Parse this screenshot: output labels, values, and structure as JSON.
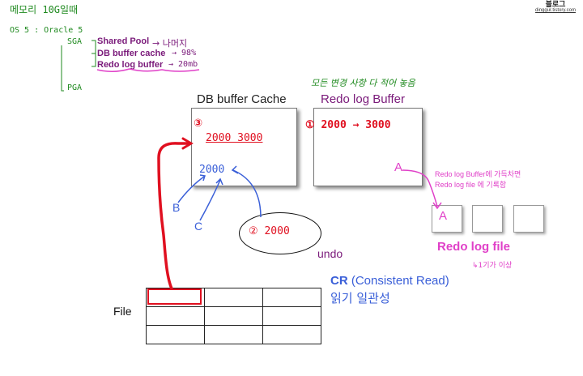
{
  "header": {
    "title": "메모리 10G일때",
    "logo_text": "블로그",
    "logo_subtext": "dinggur.tistory.com"
  },
  "memory": {
    "os_line": "OS 5  :  Oracle 5",
    "sga": "SGA",
    "pga": "PGA",
    "shared_pool": "Shared Pool",
    "shared_pool_value": "→ 나머지",
    "db_buffer_cache": "DB  buffer cache",
    "db_buffer_cache_value": "→ 98%",
    "redo_log_buffer": "Redo  log buffer",
    "redo_log_buffer_value": "→ 20mb"
  },
  "note_top": "모든 변경 사항 다 적어 놓음",
  "db_buffer": {
    "title": "DB buffer Cache",
    "step3": "③",
    "new_values": "2000  3000",
    "old_value": "2000",
    "label_b": "B",
    "label_c": "C"
  },
  "redo_buffer": {
    "title": "Redo log Buffer",
    "entry": "① 2000 → 3000",
    "label_a": "A"
  },
  "undo": {
    "entry": "② 2000",
    "label": "undo"
  },
  "redo_file": {
    "note_line1": "Redo log Buffer에 가득차면",
    "note_line2": "Redo log file 에 기록함",
    "box_label": "A",
    "title": "Redo log file",
    "note": "↳1기가 이상"
  },
  "cr": {
    "title": "CR",
    "title_rest": " (Consistent Read)",
    "korean": "읽기 일관성"
  },
  "file": {
    "label": "File",
    "rows": 3,
    "cols": 3
  },
  "colors": {
    "green": "#1f8a1f",
    "purple": "#7a1a7a",
    "pink": "#e040c8",
    "red": "#e01020",
    "blue": "#3a5fd8"
  }
}
